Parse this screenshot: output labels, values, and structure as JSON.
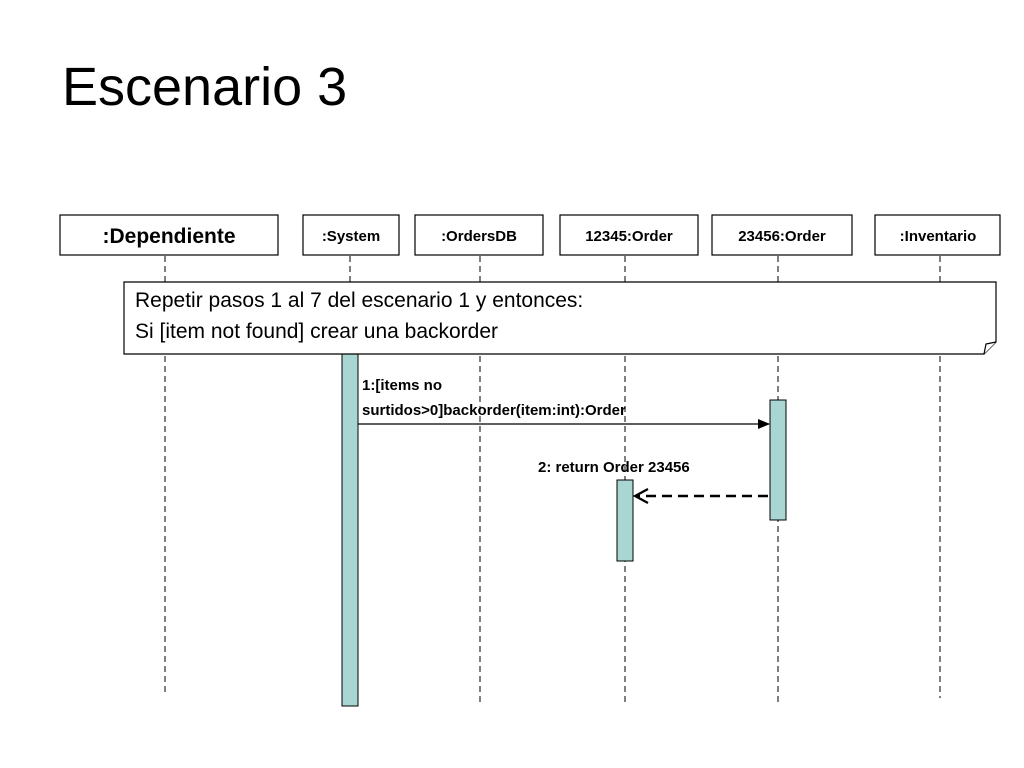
{
  "slide": {
    "title": "Escenario 3"
  },
  "lifelines": [
    {
      "id": "dependiente",
      "label": ":Dependiente"
    },
    {
      "id": "system",
      "label": ":System"
    },
    {
      "id": "ordersdb",
      "label": ":OrdersDB"
    },
    {
      "id": "order12345",
      "label": "12345:Order"
    },
    {
      "id": "order23456",
      "label": "23456:Order"
    },
    {
      "id": "inventario",
      "label": ":Inventario"
    }
  ],
  "note": {
    "line1": "Repetir pasos 1 al 7 del escenario 1 y entonces:",
    "line2": "Si [item not found] crear una backorder"
  },
  "messages": [
    {
      "line1": "1:[items no",
      "line2": "surtidos>0]backorder(item:int):Order",
      "from": "system",
      "to": "order23456",
      "kind": "call"
    },
    {
      "line1": "2: return Order 23456",
      "from": "order23456",
      "to": "order12345",
      "kind": "return"
    }
  ],
  "colors": {
    "activation_fill": "#a9d6d3",
    "stroke": "#000000",
    "background": "#ffffff"
  }
}
